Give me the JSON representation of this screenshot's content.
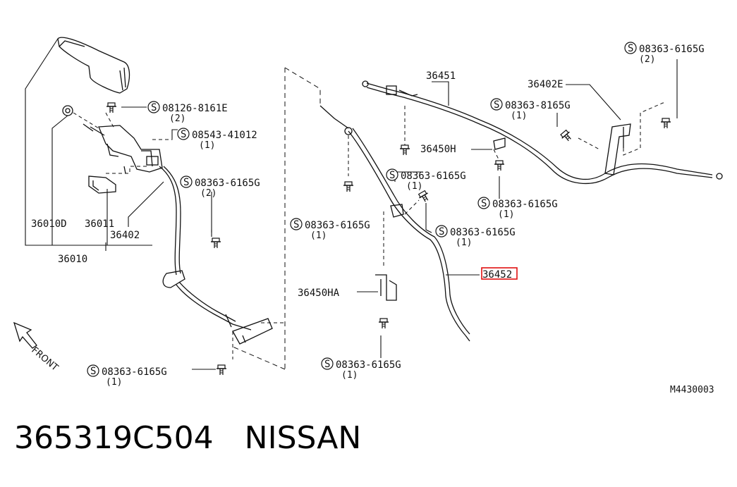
{
  "diagram": {
    "ref_code": "M4430003",
    "front_label": "FRONT",
    "highlight_color": "#e01010",
    "callouts": [
      {
        "id": "c1",
        "text": "08126-8161E",
        "qty": "(2)",
        "circled_s": true
      },
      {
        "id": "c2",
        "text": "08543-41012",
        "qty": "(1)",
        "circled_s": true
      },
      {
        "id": "c3",
        "text": "08363-6165G",
        "qty": "(2)",
        "circled_s": true
      },
      {
        "id": "c4",
        "text": "08363-6165G",
        "qty": "(1)",
        "circled_s": true
      },
      {
        "id": "c5",
        "text": "08363-6165G",
        "qty": "(1)",
        "circled_s": true
      },
      {
        "id": "c6",
        "text": "08363-6165G",
        "qty": "(1)",
        "circled_s": true
      },
      {
        "id": "c7",
        "text": "08363-6165G",
        "qty": "(1)",
        "circled_s": true
      },
      {
        "id": "c8",
        "text": "08363-6165G",
        "qty": "(1)",
        "circled_s": true
      },
      {
        "id": "c9",
        "text": "08363-6165G",
        "qty": "(1)",
        "circled_s": true
      },
      {
        "id": "c10",
        "text": "08363-8165G",
        "qty": "(1)",
        "circled_s": true
      },
      {
        "id": "c11",
        "text": "08363-6165G",
        "qty": "(2)",
        "circled_s": true
      }
    ],
    "part_labels": [
      {
        "id": "p1",
        "text": "36010D"
      },
      {
        "id": "p2",
        "text": "36011"
      },
      {
        "id": "p3",
        "text": "36402"
      },
      {
        "id": "p4",
        "text": "36010"
      },
      {
        "id": "p5",
        "text": "36451"
      },
      {
        "id": "p6",
        "text": "36402E"
      },
      {
        "id": "p7",
        "text": "36450H"
      },
      {
        "id": "p8",
        "text": "36450HA"
      },
      {
        "id": "p9",
        "text": "36452",
        "highlighted": true
      }
    ]
  },
  "caption": {
    "part_number": "365319C504",
    "maker": "NISSAN"
  }
}
